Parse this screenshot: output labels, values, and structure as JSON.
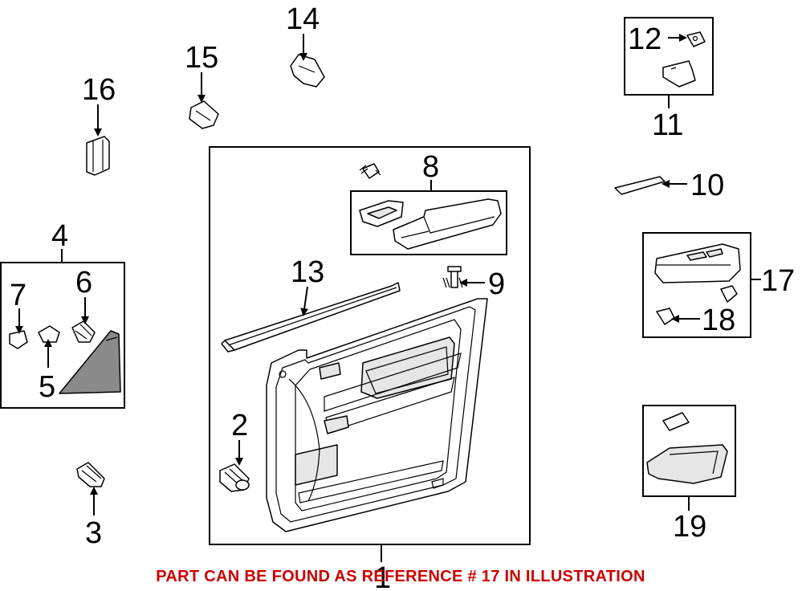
{
  "callouts": {
    "c1": "1",
    "c2": "2",
    "c3": "3",
    "c4": "4",
    "c5": "5",
    "c6": "6",
    "c7": "7",
    "c8": "8",
    "c9": "9",
    "c10": "10",
    "c11": "11",
    "c12": "12",
    "c13": "13",
    "c14": "14",
    "c15": "15",
    "c16": "16",
    "c17": "17",
    "c18": "18",
    "c19": "19"
  },
  "note": "PART CAN BE FOUND AS REFERENCE # 17 IN ILLUSTRATION",
  "colors": {
    "note": "#cc0000",
    "line": "#000000",
    "background": "#ffffff"
  }
}
